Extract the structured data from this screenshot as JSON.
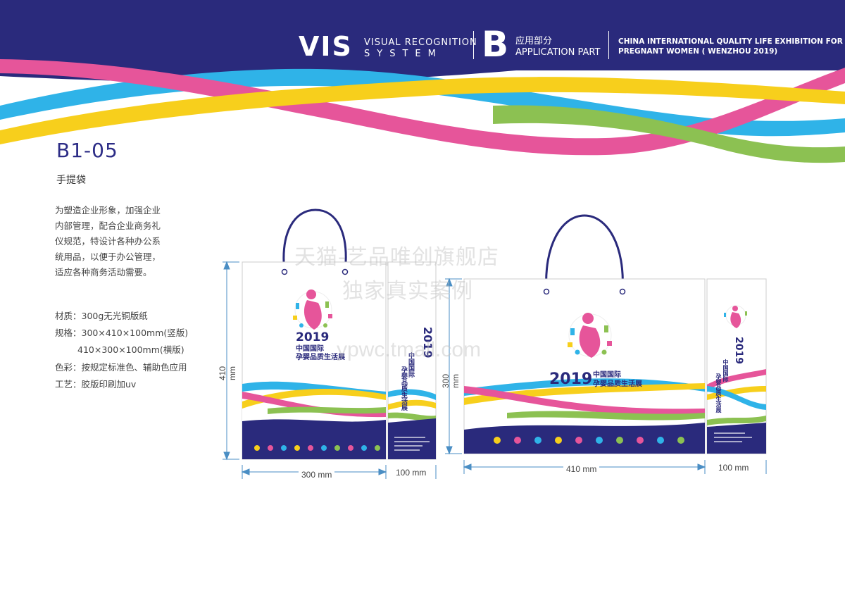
{
  "header": {
    "vis": "VIS",
    "vis_line1": "VISUAL RECOGNITION",
    "vis_line2": "SYSTEM",
    "part_letter": "B",
    "part_cn": "应用部分",
    "part_en": "APPLICATION PART",
    "exhibition_line1": "CHINA  INTERNATIONAL QUALITY LIFE EXHIBITION FOR",
    "exhibition_line2": "PREGNANT WOMEN  ( WENZHOU 2019)"
  },
  "item": {
    "code": "B1-05",
    "name": "手提袋",
    "description": [
      "为塑造企业形象，加强企业",
      "内部管理，配合企业商务礼",
      "仪规范，特设计各种办公系",
      "统用品，以便于办公管理，",
      "适应各种商务活动需要。"
    ],
    "specs": [
      "材质：300g无光铜版纸",
      "规格：300×410×100mm(竖版)",
      "410×300×100mm(横版)",
      "色彩：按规定标准色、辅助色应用",
      "工艺：胶版印刷加uv"
    ]
  },
  "bags": {
    "logo_year": "2019",
    "logo_line1": "中国国际",
    "logo_line2": "孕婴品质生活展",
    "vertical": {
      "height_label": "410 mm",
      "width_label": "300 mm",
      "side_label": "100 mm"
    },
    "horizontal": {
      "height_label": "300 mm",
      "width_label": "410 mm",
      "side_label": "100 mm"
    }
  },
  "watermark": {
    "line1": "天猫-艺品唯创旗舰店",
    "line2": "独家真实案例",
    "line3": "ypwc.tmall.com"
  },
  "colors": {
    "navy": "#2a2a7c",
    "pink": "#e6559a",
    "cyan": "#2fb3e8",
    "yellow": "#f7cf1c",
    "green": "#8cc152",
    "dim_line": "#4a8ec4"
  }
}
